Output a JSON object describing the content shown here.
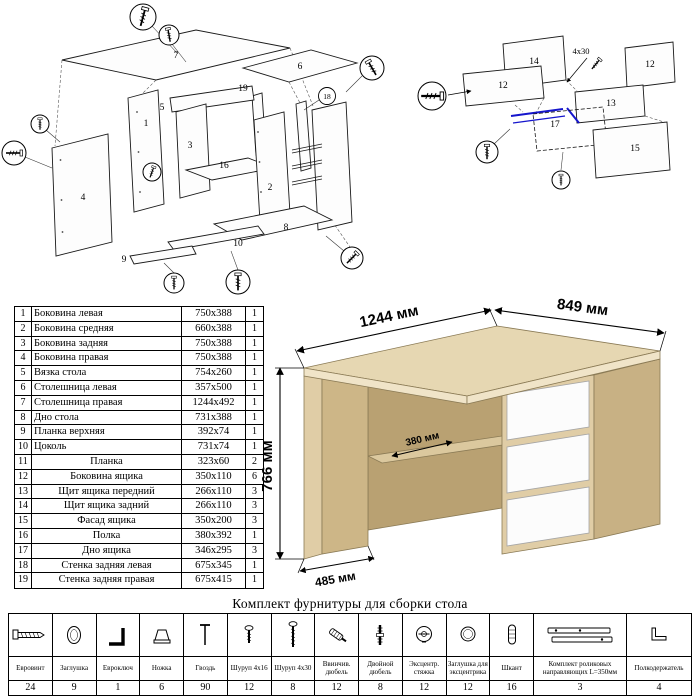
{
  "parts": {
    "rows": [
      {
        "num": "1",
        "name": "Боковина левая",
        "size": "750x388",
        "qty": "1"
      },
      {
        "num": "2",
        "name": "Боковина средняя",
        "size": "660x388",
        "qty": "1"
      },
      {
        "num": "3",
        "name": "Боковина задняя",
        "size": "750x388",
        "qty": "1"
      },
      {
        "num": "4",
        "name": "Боковина правая",
        "size": "750x388",
        "qty": "1"
      },
      {
        "num": "5",
        "name": "Вязка стола",
        "size": "754x260",
        "qty": "1"
      },
      {
        "num": "6",
        "name": "Столешница левая",
        "size": "357x500",
        "qty": "1"
      },
      {
        "num": "7",
        "name": "Столешница правая",
        "size": "1244x492",
        "qty": "1"
      },
      {
        "num": "8",
        "name": "Дно стола",
        "size": "731x388",
        "qty": "1"
      },
      {
        "num": "9",
        "name": "Планка верхняя",
        "size": "392x74",
        "qty": "1"
      },
      {
        "num": "10",
        "name": "Цоколь",
        "size": "731x74",
        "qty": "1"
      },
      {
        "num": "11",
        "name": "Планка",
        "size": "323x60",
        "qty": "2"
      },
      {
        "num": "12",
        "name": "Боковина ящика",
        "size": "350x110",
        "qty": "6"
      },
      {
        "num": "13",
        "name": "Щит ящика передний",
        "size": "266x110",
        "qty": "3"
      },
      {
        "num": "14",
        "name": "Щит ящика задний",
        "size": "266x110",
        "qty": "3"
      },
      {
        "num": "15",
        "name": "Фасад ящика",
        "size": "350x200",
        "qty": "3"
      },
      {
        "num": "16",
        "name": "Полка",
        "size": "380x392",
        "qty": "1"
      },
      {
        "num": "17",
        "name": "Дно ящика",
        "size": "346x295",
        "qty": "3"
      },
      {
        "num": "18",
        "name": "Стенка задняя левая",
        "size": "675x345",
        "qty": "1"
      },
      {
        "num": "19",
        "name": "Стенка задняя правая",
        "size": "675x415",
        "qty": "1"
      }
    ]
  },
  "desk": {
    "dims": {
      "width": "1244 мм",
      "depth": "849 мм",
      "height": "766 мм",
      "shelf": "380 мм",
      "leg": "485 мм"
    }
  },
  "diagram": {
    "n1": "1",
    "n2": "2",
    "n3": "3",
    "n4": "4",
    "n5": "5",
    "n6": "6",
    "n7": "7",
    "n8": "8",
    "n9": "9",
    "n10": "10",
    "n12": "12",
    "n13": "13",
    "n14": "14",
    "n15": "15",
    "n16": "16",
    "n17": "17",
    "n18": "18",
    "n19": "19",
    "screw_note": "4х30"
  },
  "hardware": {
    "title": "Комплект фурнитуры для сборки стола",
    "items": [
      {
        "name": "Евровинт",
        "qty": "24",
        "icon": "euro-screw-icon"
      },
      {
        "name": "Заглушка",
        "qty": "9",
        "icon": "cap-icon"
      },
      {
        "name": "Евроключ",
        "qty": "1",
        "icon": "hex-key-icon"
      },
      {
        "name": "Ножка",
        "qty": "6",
        "icon": "foot-icon"
      },
      {
        "name": "Гвоздь",
        "qty": "90",
        "icon": "nail-icon"
      },
      {
        "name": "Шуруп 4х16",
        "qty": "12",
        "icon": "screw-short-icon"
      },
      {
        "name": "Шуруп 4х30",
        "qty": "8",
        "icon": "screw-long-icon"
      },
      {
        "name": "Ввинчив. дюбель",
        "qty": "12",
        "icon": "screw-dowel-icon"
      },
      {
        "name": "Двойной дюбель",
        "qty": "8",
        "icon": "double-dowel-icon"
      },
      {
        "name": "Эксцентр. стяжка",
        "qty": "12",
        "icon": "cam-lock-icon"
      },
      {
        "name": "Заглушка для эксцентрика",
        "qty": "12",
        "icon": "cam-cap-icon"
      },
      {
        "name": "Шкант",
        "qty": "16",
        "icon": "wood-dowel-icon"
      },
      {
        "name": "Комплект роликовых направляющих L=350мм",
        "qty": "3",
        "icon": "drawer-slides-icon"
      },
      {
        "name": "Полкодержатель",
        "qty": "4",
        "icon": "shelf-pin-icon"
      }
    ]
  }
}
